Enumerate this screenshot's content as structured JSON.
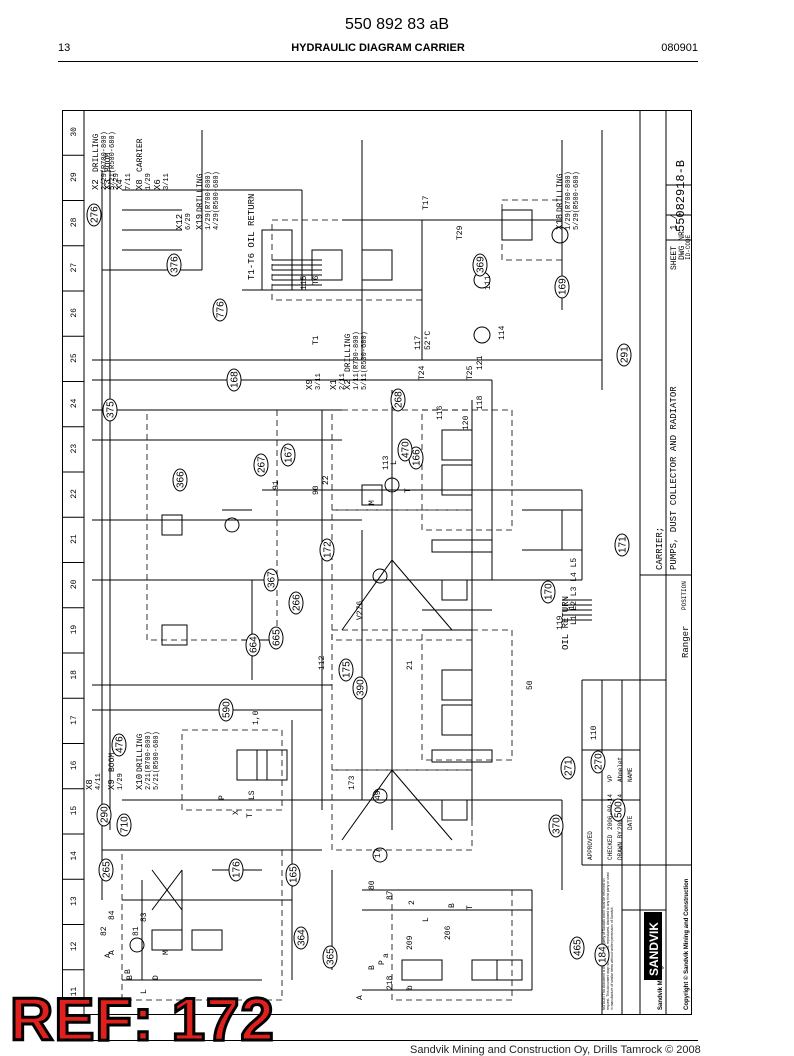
{
  "header": {
    "doc_code": "550 892 83 aB",
    "page_number": "13",
    "title": "HYDRAULIC DIAGRAM CARRIER",
    "date_code": "080901"
  },
  "grid_numbers": [
    "30",
    "29",
    "28",
    "27",
    "26",
    "25",
    "24",
    "23",
    "22",
    "21",
    "20",
    "19",
    "18",
    "17",
    "16",
    "15",
    "14",
    "13",
    "12",
    "11"
  ],
  "connectors": [
    {
      "label": "X2",
      "sub": "DRILLING",
      "lines": [
        "2/29(R700-800)",
        "5/21(R500-680)"
      ]
    },
    {
      "label": "X3",
      "sub": "BOOM",
      "lines": [
        "2/29"
      ]
    },
    {
      "label": "X4",
      "sub": "",
      "lines": [
        "7/11"
      ]
    },
    {
      "label": "X8",
      "sub": "CARRIER",
      "lines": [
        "1/29"
      ]
    },
    {
      "label": "X6",
      "sub": "",
      "lines": [
        "3/11"
      ]
    },
    {
      "label": "X12",
      "sub": "",
      "lines": [
        "6/29"
      ]
    },
    {
      "label": "X19",
      "sub": "DRILLING",
      "lines": [
        "1/29(R700-800)",
        "4/29(R500-680)"
      ]
    },
    {
      "label": "X18",
      "sub": "DRILLING",
      "lines": [
        "1/29(R700-800)",
        "5/29(R500-680)"
      ]
    },
    {
      "label": "X9",
      "sub": "",
      "lines": [
        "3/11"
      ]
    },
    {
      "label": "X1",
      "sub": "",
      "lines": [
        "2/11"
      ]
    },
    {
      "label": "X2",
      "sub": "DRILLING",
      "lines": [
        "1/11(R700-800)",
        "5/11(R500-680)"
      ]
    },
    {
      "label": "X8",
      "sub": "",
      "lines": [
        "4/11"
      ]
    },
    {
      "label": "X9",
      "sub": "BOOM",
      "lines": [
        "1/29"
      ]
    },
    {
      "label": "X10",
      "sub": "DRILLING",
      "lines": [
        "2/21(R700-800)",
        "5/21(R500-680)"
      ]
    }
  ],
  "oil_return_label": "T1-T6 OIL RETURN",
  "oil_return_label2": "OIL RETURN",
  "oil_return_ports": "L1 L2 L3 L4 L5",
  "callouts": [
    "276",
    "376",
    "776",
    "375",
    "168",
    "268",
    "366",
    "267",
    "167",
    "166",
    "470",
    "291",
    "169",
    "369",
    "172",
    "171",
    "367",
    "266",
    "170",
    "665",
    "664",
    "175",
    "390",
    "590",
    "476",
    "290",
    "710",
    "271",
    "270",
    "370",
    "500",
    "265",
    "176",
    "165",
    "364",
    "365",
    "465",
    "184"
  ],
  "component_labels": [
    "T17",
    "T29",
    "T6",
    "115",
    "T1",
    "117",
    "52°C",
    "121",
    "T24",
    "T25",
    "118",
    "111",
    "114",
    "116",
    "120",
    "91",
    "90",
    "22",
    "M",
    "L",
    "T",
    "113",
    "21",
    "1",
    "119",
    "50",
    "110",
    "V276",
    "112",
    "173",
    "LS",
    "X",
    "P",
    "T",
    "1,0",
    "49",
    "17",
    "80",
    "87",
    "2",
    "L",
    "B",
    "T",
    "206",
    "209",
    "218",
    "A",
    "B",
    "P",
    "a",
    "b",
    "82",
    "81",
    "84",
    "83",
    "M",
    "D",
    "B",
    "A",
    "A",
    "B",
    "L",
    "M"
  ],
  "title_block": {
    "carrier": "CARRIER;",
    "desc": "PUMPS, DUST COLLECTOR AND RADIATOR",
    "sheet_label": "SHEET",
    "sheet_value": "1 /",
    "dwg_label": "DWG NR",
    "dwg_value": "55082918-B",
    "id_label": "ID-CODE",
    "position_label": "POSITION",
    "model": "Ranger",
    "date_label": "DATE",
    "name_label": "NAME",
    "drawn_by": "DRAWN BY",
    "drawn_date": "2006-09-14",
    "drawn_name": "Ahnelet",
    "checked": "CHECKED",
    "checked_date": "2006-09-14",
    "checked_name": "VP",
    "approved": "APPROVED",
    "notice": "NOTICE! This document is the exclusive property of Sandvik and it must be returned on request. This document may not be copied, reproduced, disclosed to any third party or used in manufacture of similar items without written permission of Sandvik",
    "brand": "SANDVIK",
    "brand_sub": "Sandvik Mining and Construction",
    "copyright": "Copyright © Sandvik Mining and Construction"
  },
  "ref_badge": "REF: 172",
  "footer_text": "Sandvik Mining and Construction Oy, Drills Tamrock © 2008",
  "colors": {
    "line": "#000000",
    "ref_badge": "#e0201c",
    "paper": "#ffffff"
  }
}
